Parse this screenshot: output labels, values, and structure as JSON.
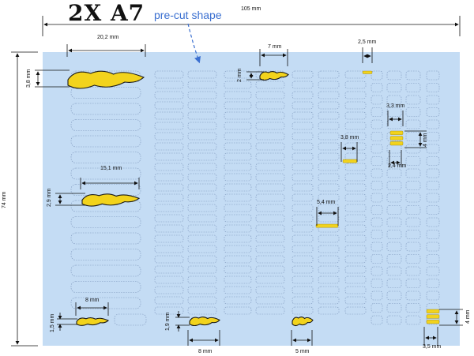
{
  "header": {
    "title": "2X A7",
    "subtitle": "pre-cut shape"
  },
  "colors": {
    "sheet": "#c4dcf4",
    "cutline": "#7f98bd",
    "decal_yellow": "#f2d31c",
    "arrow": "#3a6fd0"
  },
  "dimensions": {
    "sheet_width": "105 mm",
    "sheet_height": "74 mm",
    "large_width": "20,2 mm",
    "large_height": "3,8 mm",
    "mid_width": "15,1 mm",
    "mid_height": "2,9 mm",
    "small_width": "8 mm",
    "small_height": "1,5 mm",
    "bottom_a_height": "1,9 mm",
    "bottom_a_width": "8 mm",
    "top_small_width": "7 mm",
    "top_small_height": "2 mm",
    "bottom_b_width": "5 mm",
    "stripe_top_width": "2,5 mm",
    "stripe_group_width": "3,3 mm",
    "stripe_group_height": "4 mm",
    "stripe_group_gap": "2,4 mm",
    "stripe_mid_width": "3,8 mm",
    "stripe_long_width": "5,4 mm",
    "bottom_right_height": "4 mm",
    "bottom_right_width": "3,5 mm"
  }
}
